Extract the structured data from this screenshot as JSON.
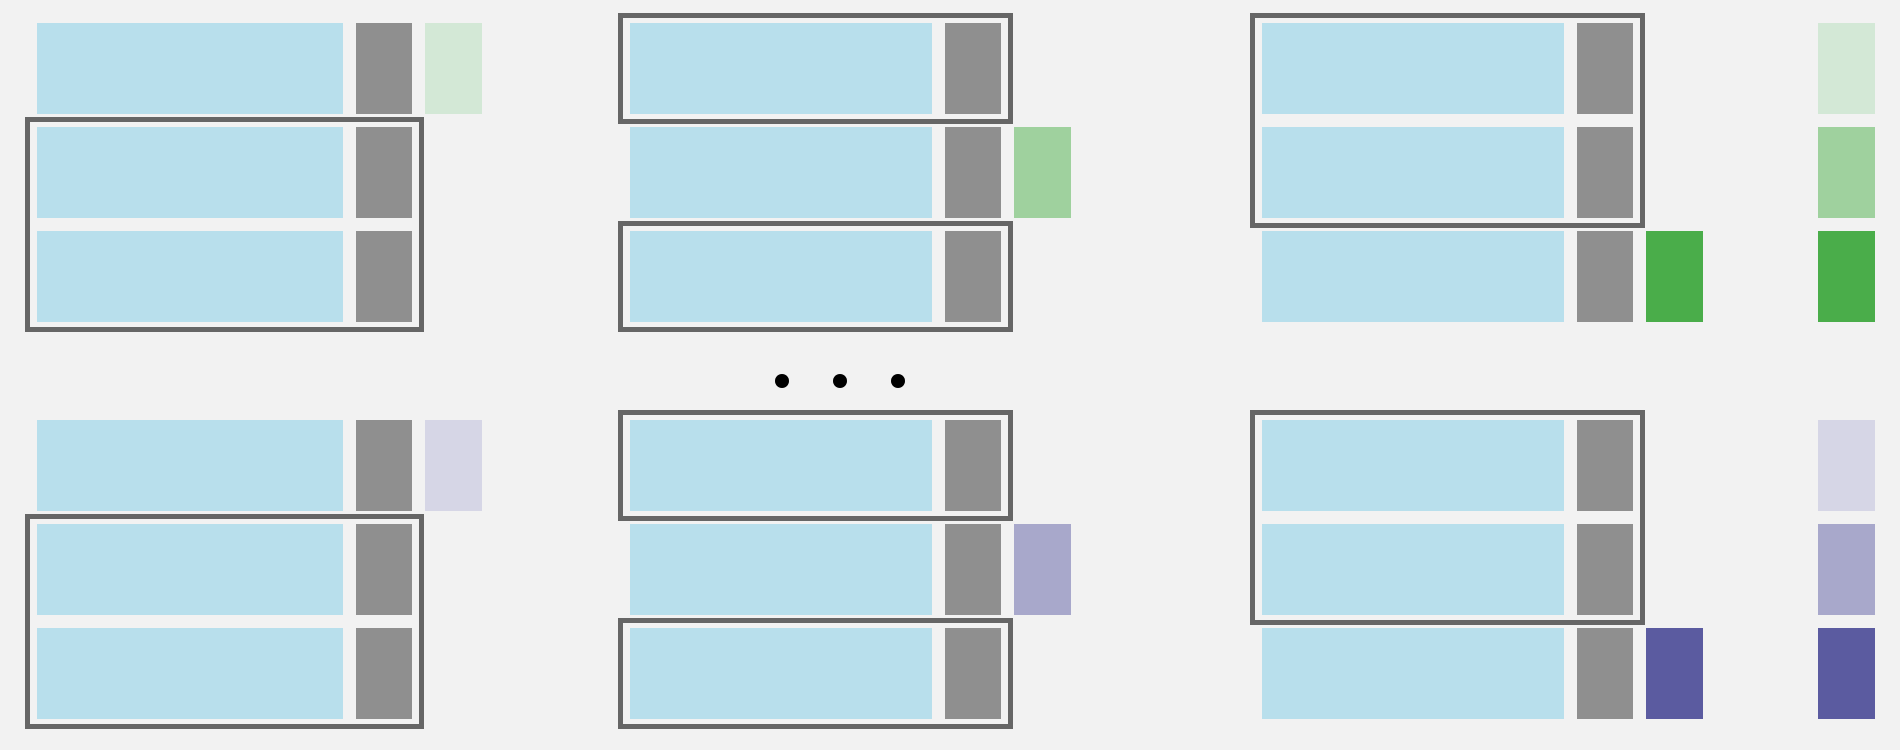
{
  "colors": {
    "background": "#f2f2f2",
    "wide_block": "#b8dfec",
    "narrow_block": "#8f8f8f",
    "frame": "#666666",
    "ellipsis_dot": "#000000",
    "green_light": "#d3e8d6",
    "green_mid": "#9fd19e",
    "green_dark": "#4aad4a",
    "purple_light": "#d6d6e6",
    "purple_mid": "#a8a8cb",
    "purple_dark": "#5b5ba0"
  },
  "icons": {
    "ellipsis": "three-dots-ellipsis-icon"
  },
  "sequences": [
    {
      "name": "green",
      "panels": [
        {
          "rows": 3,
          "framed": [
            [
              1,
              2
            ]
          ],
          "marker": {
            "row": 0,
            "shade": "green_light"
          }
        },
        {
          "rows": 3,
          "framed": [
            [
              0,
              0
            ],
            [
              2,
              2
            ]
          ],
          "marker": {
            "row": 1,
            "shade": "green_mid"
          }
        },
        {
          "rows": 3,
          "framed": [
            [
              0,
              1
            ]
          ],
          "marker": {
            "row": 2,
            "shade": "green_dark"
          }
        }
      ],
      "legend": [
        "green_light",
        "green_mid",
        "green_dark"
      ]
    },
    {
      "name": "purple",
      "panels": [
        {
          "rows": 3,
          "framed": [
            [
              1,
              2
            ]
          ],
          "marker": {
            "row": 0,
            "shade": "purple_light"
          }
        },
        {
          "rows": 3,
          "framed": [
            [
              0,
              0
            ],
            [
              2,
              2
            ]
          ],
          "marker": {
            "row": 1,
            "shade": "purple_mid"
          }
        },
        {
          "rows": 3,
          "framed": [
            [
              0,
              1
            ]
          ],
          "marker": {
            "row": 2,
            "shade": "purple_dark"
          }
        }
      ],
      "legend": [
        "purple_light",
        "purple_mid",
        "purple_dark"
      ]
    }
  ]
}
